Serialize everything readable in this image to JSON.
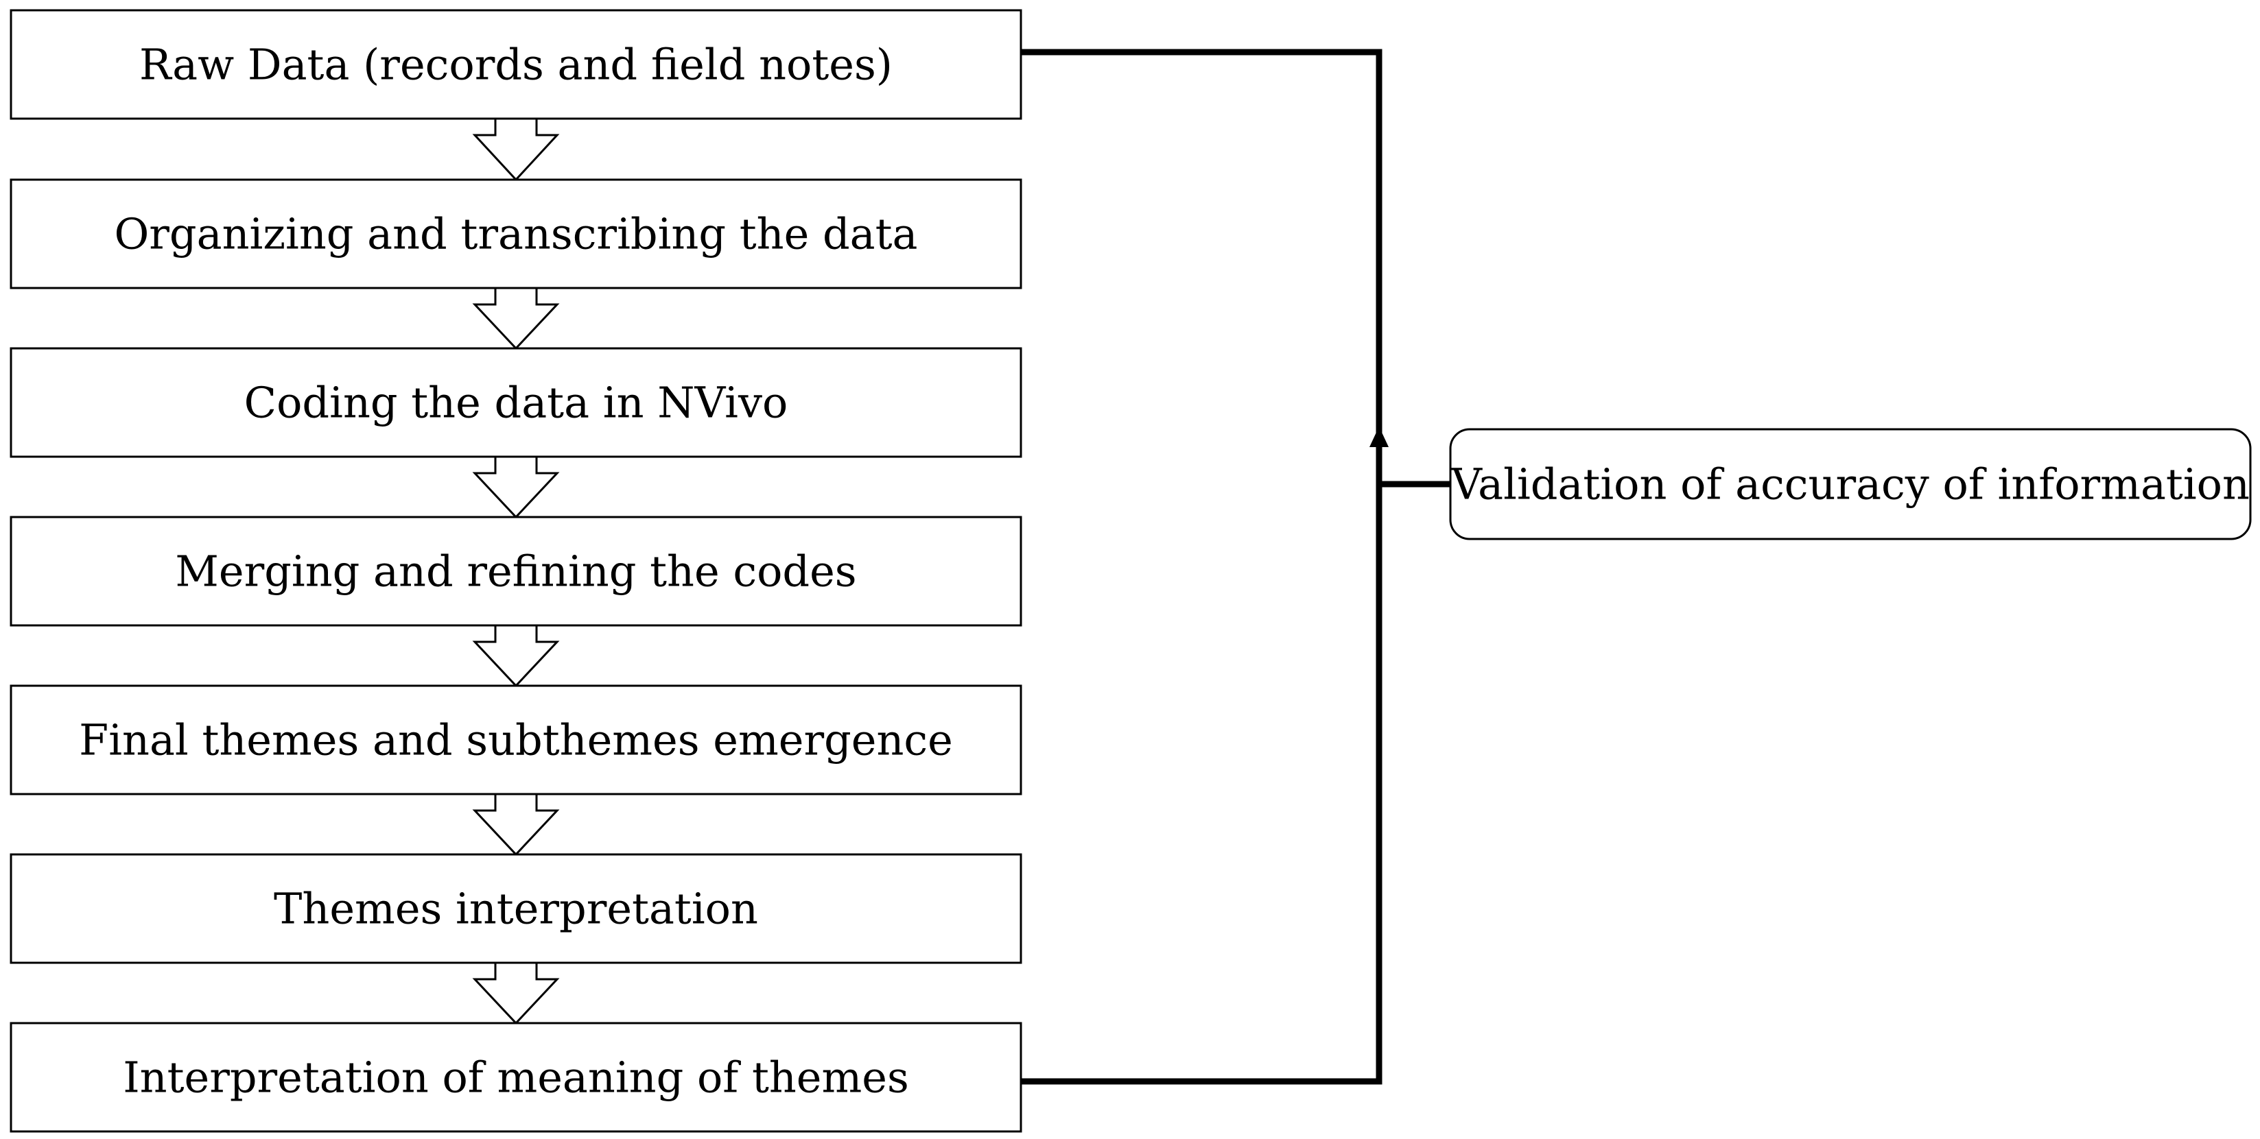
{
  "flow": {
    "steps": [
      {
        "label": "Raw Data (records and field notes)"
      },
      {
        "label": "Organizing and transcribing the data"
      },
      {
        "label": "Coding the data in NVivo"
      },
      {
        "label": "Merging and refining the codes"
      },
      {
        "label": "Final themes and subthemes emergence"
      },
      {
        "label": "Themes interpretation"
      },
      {
        "label": "Interpretation of meaning of themes"
      }
    ]
  },
  "validation": {
    "label": "Validation of accuracy of information"
  }
}
